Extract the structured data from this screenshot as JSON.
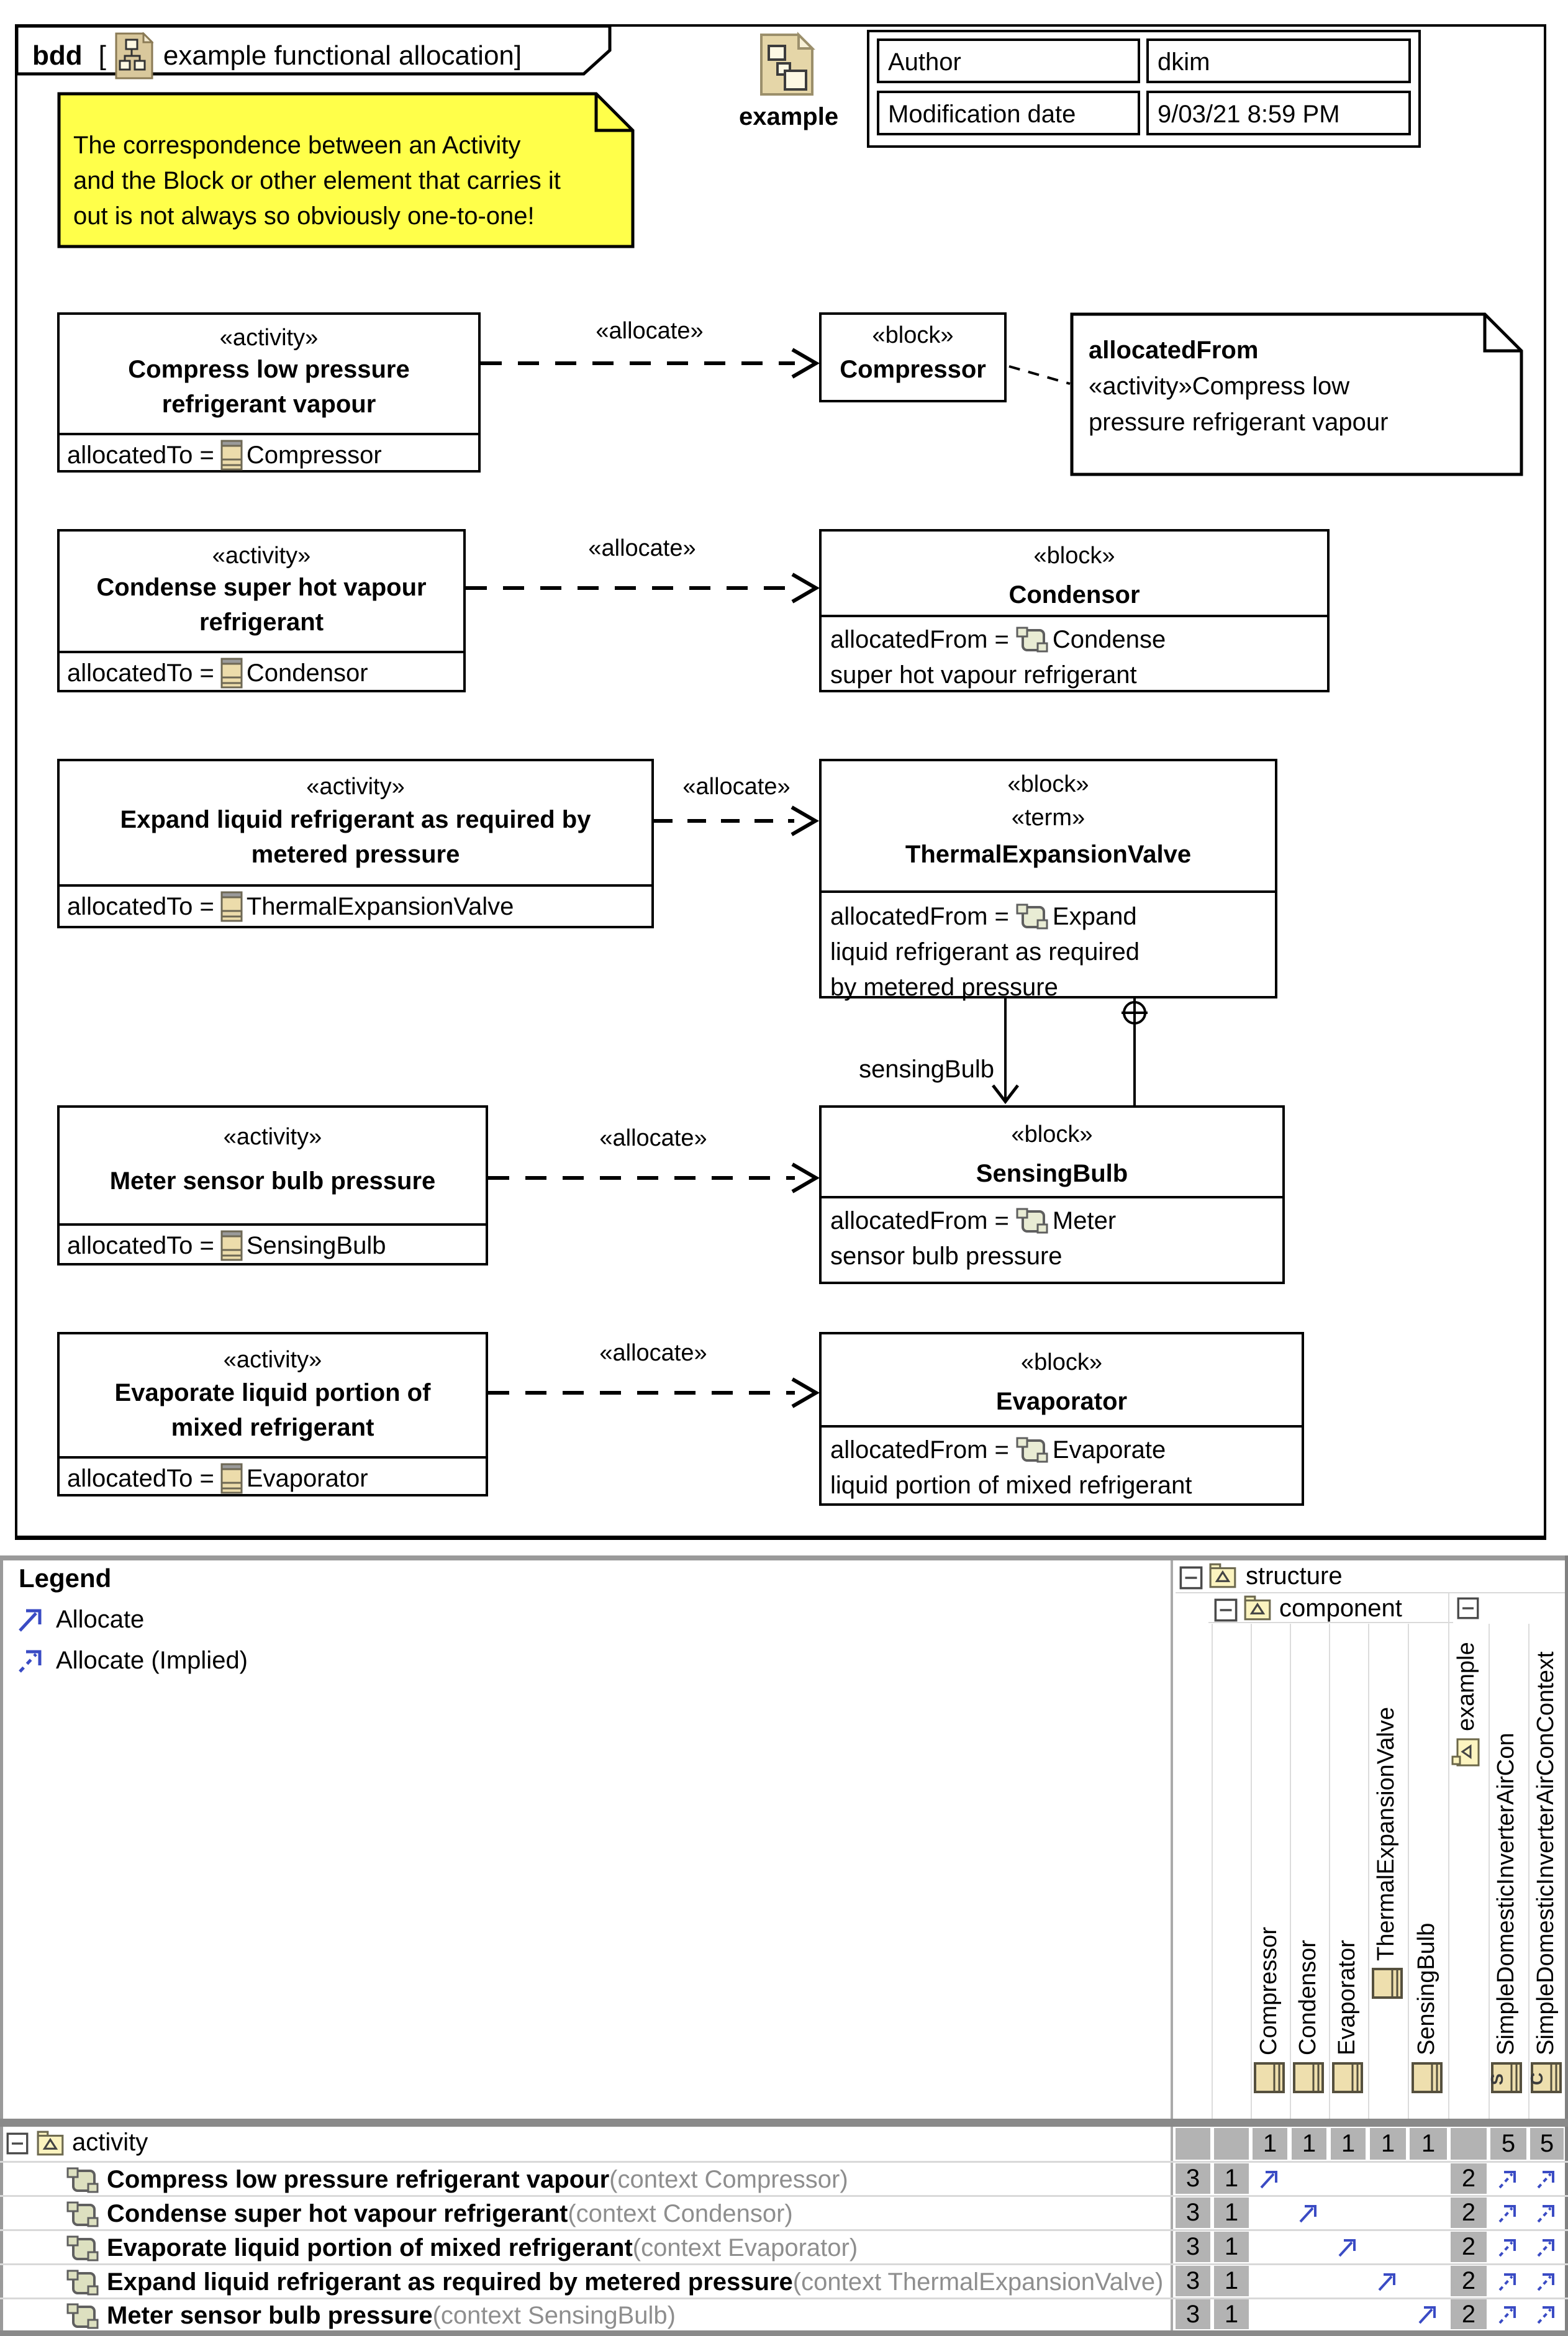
{
  "frame": {
    "keyword": "bdd",
    "bracket_open": "[",
    "title": "example functional allocation",
    "bracket_close": "]"
  },
  "note": {
    "lines": [
      "The correspondence between an Activity",
      "and the Block or other element that carries it",
      "out is not always so obviously one-to-one!"
    ]
  },
  "package_icon": {
    "label": "example"
  },
  "properties": {
    "rows": [
      {
        "label": "Author",
        "value": "dkim"
      },
      {
        "label": "Modification date",
        "value": "9/03/21 8:59 PM"
      }
    ]
  },
  "stereotypes": {
    "activity": "«activity»",
    "block": "«block»",
    "term": "«term»",
    "allocate": "«allocate»"
  },
  "diagram": {
    "allocated_to_prefix": "allocatedTo = ",
    "allocated_from_prefix": "allocatedFrom = ",
    "connector_label": "sensingBulb",
    "callout": {
      "title": "allocatedFrom",
      "body_lines": [
        "«activity»Compress low",
        "pressure refrigerant vapour"
      ]
    },
    "rows": [
      {
        "name_lines": [
          "Compress low pressure",
          "refrigerant vapour"
        ],
        "allocated_to": "Compressor",
        "block_name": "Compressor"
      },
      {
        "name_lines": [
          "Condense super hot vapour",
          "refrigerant"
        ],
        "allocated_to": "Condensor",
        "block_name": "Condensor",
        "from_lines": [
          "Condense",
          "super hot vapour refrigerant"
        ]
      },
      {
        "name_lines": [
          "Expand liquid refrigerant as required by",
          "metered pressure"
        ],
        "allocated_to": "ThermalExpansionValve",
        "block_name": "ThermalExpansionValve",
        "from_lines": [
          "Expand",
          "liquid refrigerant as required",
          "by metered pressure"
        ]
      },
      {
        "name_lines": [
          "Meter sensor bulb pressure"
        ],
        "allocated_to": "SensingBulb",
        "block_name": "SensingBulb",
        "from_lines": [
          "Meter",
          "sensor bulb pressure"
        ]
      },
      {
        "name_lines": [
          "Evaporate liquid portion of",
          "mixed refrigerant"
        ],
        "allocated_to": "Evaporator",
        "block_name": "Evaporator",
        "from_lines": [
          "Evaporate",
          "liquid portion of mixed refrigerant"
        ]
      }
    ]
  },
  "legend": {
    "title": "Legend",
    "items": [
      {
        "label": "Allocate"
      },
      {
        "label": "Allocate (Implied)"
      }
    ]
  },
  "matrix": {
    "tree_root": "structure",
    "tree_group": "component",
    "tree_package": "example",
    "columns": [
      "Compressor",
      "Condensor",
      "Evaporator",
      "ThermalExpansionValve",
      "SensingBulb"
    ],
    "context_columns": [
      "SimpleDomesticInverterAirCon",
      "SimpleDomesticInverterAirConContext"
    ],
    "column_badges": [
      "S",
      "C"
    ],
    "counts": [
      "1",
      "1",
      "1",
      "1",
      "1"
    ],
    "context_counts": [
      "5",
      "5"
    ],
    "row_group": "activity",
    "rows": [
      {
        "name": "Compress low pressure refrigerant vapour",
        "context": "(context Compressor)",
        "total": "3",
        "direct": "1",
        "implied": "2"
      },
      {
        "name": "Condense super hot vapour refrigerant",
        "context": "(context Condensor)",
        "total": "3",
        "direct": "1",
        "implied": "2"
      },
      {
        "name": "Evaporate liquid portion of mixed refrigerant",
        "context": "(context Evaporator)",
        "total": "3",
        "direct": "1",
        "implied": "2"
      },
      {
        "name": "Expand liquid refrigerant as required by metered pressure",
        "context": "(context ThermalExpansionValve)",
        "total": "3",
        "direct": "1",
        "implied": "2"
      },
      {
        "name": "Meter sensor bulb pressure",
        "context": "(context SensingBulb)",
        "total": "3",
        "direct": "1",
        "implied": "2"
      }
    ]
  },
  "colors": {
    "accent_blue": "#3a4bc4",
    "note_yellow": "#ffff4a",
    "cell_gray": "#b3b3b3"
  }
}
